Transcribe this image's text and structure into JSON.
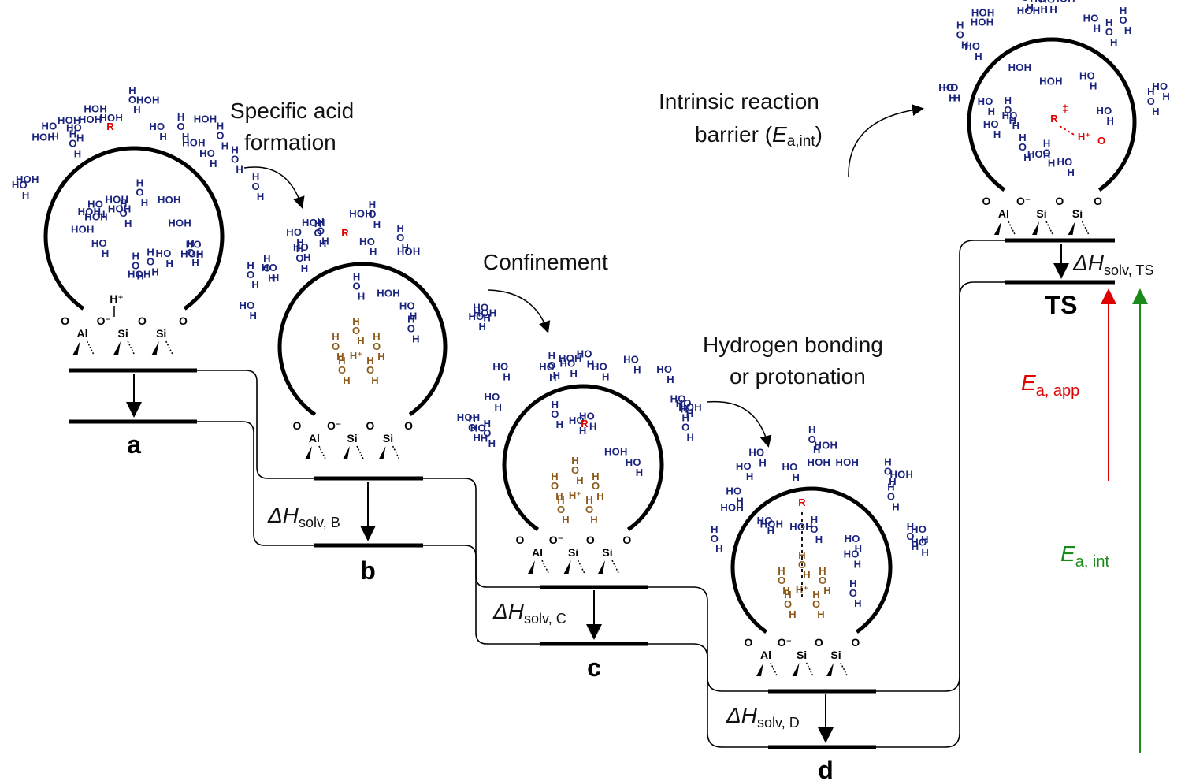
{
  "labels": {
    "step1": [
      "Specific acid",
      "formation"
    ],
    "step2": "Confinement",
    "step3": [
      "Hydrogen bonding",
      "or protonation"
    ],
    "step4": [
      "Intrinsic reaction",
      "barrier ("
    ]
  },
  "intrinsic_symbol": {
    "main": "E",
    "sub": "a,int",
    "close": ")"
  },
  "states": [
    "a",
    "b",
    "c",
    "d",
    "TS"
  ],
  "enthalpies": [
    {
      "symbol": "ΔH",
      "sub": "solv, B"
    },
    {
      "symbol": "ΔH",
      "sub": "solv, C"
    },
    {
      "symbol": "ΔH",
      "sub": "solv, D"
    },
    {
      "symbol": "ΔH",
      "sub": "solv, TS"
    }
  ],
  "barriers": [
    {
      "main": "E",
      "sub": "a, app",
      "color": "#e00000"
    },
    {
      "main": "E",
      "sub": "a, int",
      "color": "#1a8a1a"
    }
  ],
  "chem": {
    "water": "H-O-H",
    "proton": "H⁺",
    "reactant": "R",
    "ts_mark": "‡",
    "oxygen": "O",
    "anion_oxygen": "O⁻",
    "aluminum": "Al",
    "silicon": "Si"
  },
  "colors": {
    "water": "#1a237e",
    "bound_water": "#8b5a1a",
    "reactant": "#e00000",
    "app": "#e00000",
    "int": "#1a8a1a"
  }
}
